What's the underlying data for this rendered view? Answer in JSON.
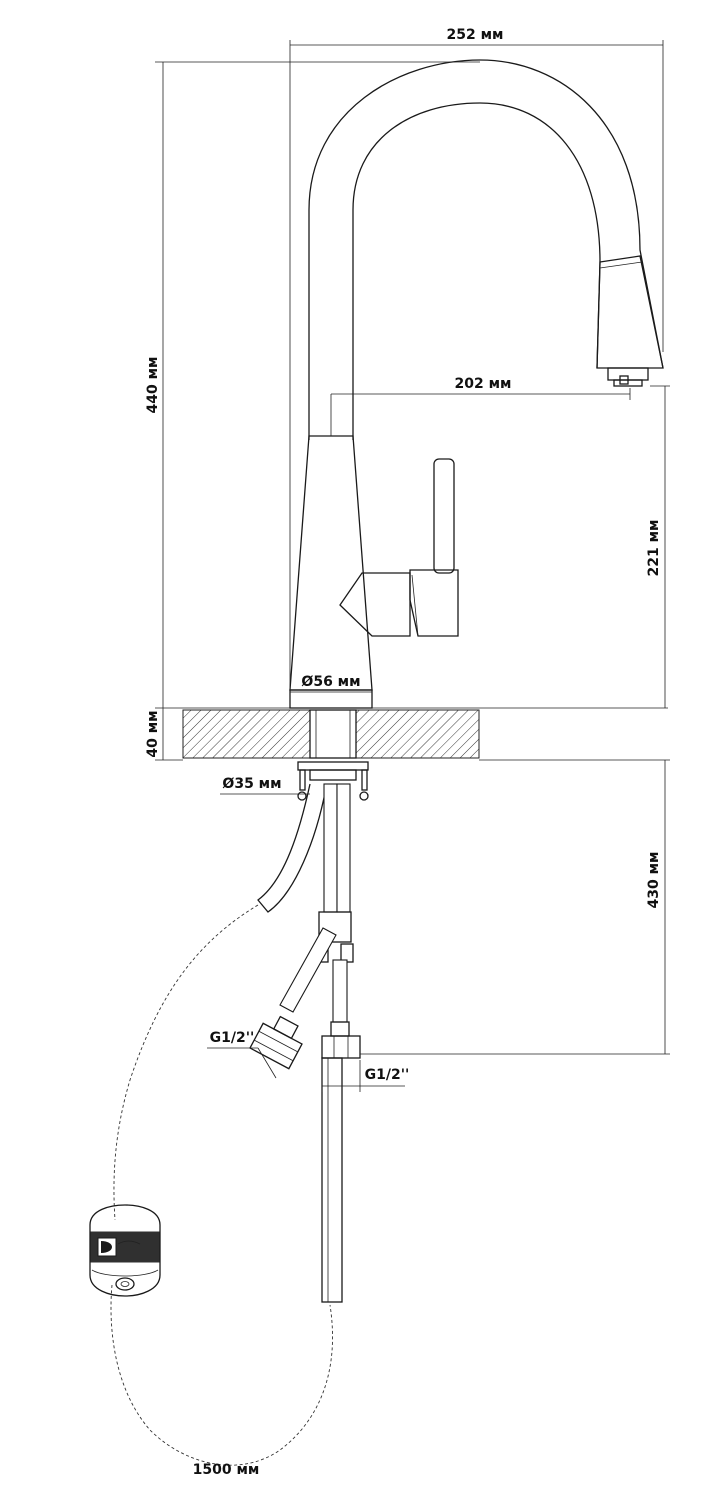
{
  "labels": {
    "overall_width": "252 мм",
    "overall_height": "440 мм",
    "spout_reach": "202 мм",
    "spout_clearance": "221 мм",
    "base_diameter": "Ø56 мм",
    "countertop_thickness": "40 мм",
    "mount_hole_diameter": "Ø35 мм",
    "hose_length_below": "430 мм",
    "connection_left": "G1/2''",
    "connection_right": "G1/2''",
    "pullout_hose_length": "1500 мм"
  },
  "colors": {
    "line": "#1a1a1a",
    "background": "#ffffff"
  }
}
